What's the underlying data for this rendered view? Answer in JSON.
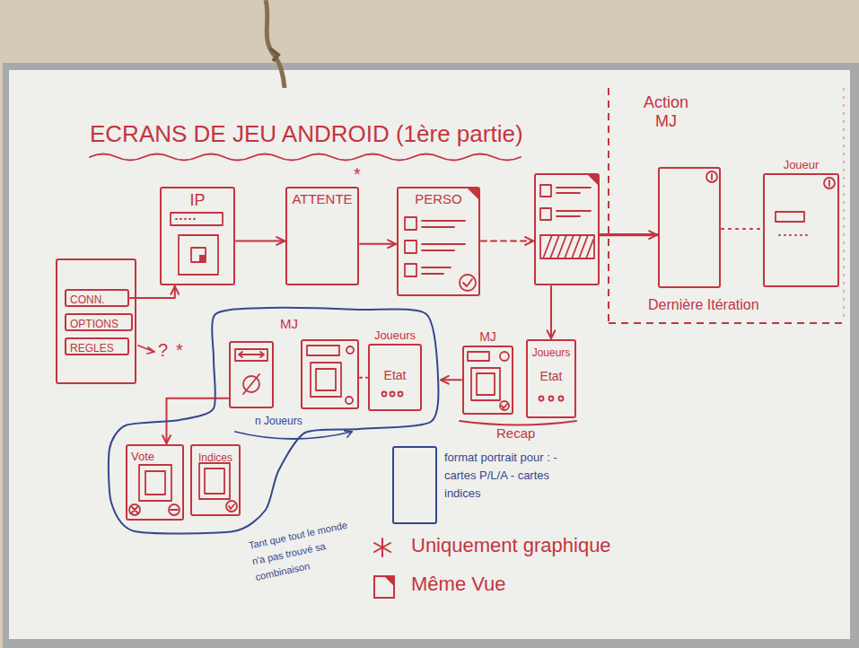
{
  "diagram": {
    "title": "ECRANS DE JEU ANDROID (1ère partie)",
    "nodes": [
      {
        "text": [
          "IP"
        ]
      },
      {
        "text": [
          "ATTENTE"
        ]
      },
      {
        "text": [
          "PERSO"
        ]
      },
      {
        "text": []
      },
      {
        "text": [
          "Action MJ",
          "Dernière Itération"
        ]
      },
      {
        "text": [],
        "in": 4
      },
      {
        "text": [
          "Joueur"
        ],
        "in": 4
      },
      {
        "text": []
      },
      {
        "text": [
          "CONN."
        ],
        "in": 7
      },
      {
        "text": [
          "OPTIONS"
        ],
        "in": 7
      },
      {
        "text": [
          "REGLES"
        ],
        "in": 7
      },
      {
        "text": []
      },
      {
        "text": [],
        "in": 11
      },
      {
        "text": [],
        "in": 11
      },
      {
        "text": [
          "Joueurs",
          "Etat"
        ],
        "in": 11
      },
      {
        "text": [
          "Vote"
        ],
        "in": 11
      },
      {
        "text": [
          "Indices"
        ],
        "in": 11
      },
      {
        "text": [
          "MJ"
        ]
      },
      {
        "text": [
          "Joueurs",
          "Etat"
        ]
      }
    ],
    "edges": [
      {
        "from": 8,
        "to": 0,
        "arrow": "to"
      },
      {
        "from": 0,
        "to": 1,
        "arrow": "to"
      },
      {
        "from": 1,
        "to": 2,
        "arrow": "to"
      },
      {
        "from": 2,
        "to": 3,
        "arrow": "to"
      },
      {
        "from": 3,
        "to": 5,
        "arrow": "to"
      },
      {
        "from": 5,
        "to": 6,
        "arrow": "none"
      },
      {
        "from": 3,
        "to": 18,
        "arrow": "to"
      },
      {
        "from": 17,
        "to": 11,
        "arrow": "to"
      },
      {
        "from": 12,
        "to": 15,
        "arrow": "to"
      },
      {
        "from": 13,
        "to": 14,
        "arrow": "none"
      }
    ],
    "labels": [
      "*",
      "?",
      "*",
      "MJ",
      "n Joueurs",
      "Recap",
      "Tant que tout le monde n'a pas trouvé sa combinaison"
    ],
    "legend": [
      {
        "text": "format portrait pour : - cartes P/L/A - cartes indices"
      },
      {
        "text": "Uniquement graphique"
      },
      {
        "text": "Même Vue"
      }
    ]
  }
}
